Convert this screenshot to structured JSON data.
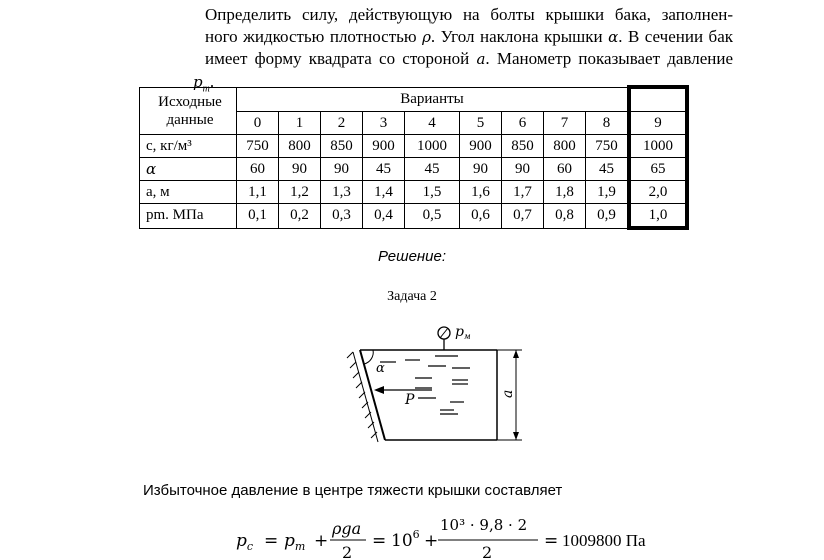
{
  "problem": {
    "line1": "Определить силу, действующую на болты крышки бака, заполнен-",
    "line2a": "ного жидкостью плотностью ",
    "rho": "ρ",
    "line2b": ". Угол наклона крышки ",
    "alpha": "α",
    "line2c": ". В сечении бак",
    "line3a": "имеет форму квадрата со стороной ",
    "a": "a",
    "line3b": ". Манометр показывает давление ",
    "pm": "p",
    "pm_sub": "m",
    "line3c": "."
  },
  "table": {
    "header_left": "Исходные данные",
    "header_variants": "Варианты",
    "variants": [
      "0",
      "1",
      "2",
      "3",
      "4",
      "5",
      "6",
      "7",
      "8",
      "9"
    ],
    "rows": [
      {
        "label": "с, кг/м³",
        "values": [
          "750",
          "800",
          "850",
          "900",
          "1000",
          "900",
          "850",
          "800",
          "750",
          "1000"
        ]
      },
      {
        "label": "α",
        "values": [
          "60",
          "90",
          "90",
          "45",
          "45",
          "90",
          "90",
          "60",
          "45",
          "65"
        ]
      },
      {
        "label": "a, м",
        "values": [
          "1,1",
          "1,2",
          "1,3",
          "1,4",
          "1,5",
          "1,6",
          "1,7",
          "1,8",
          "1,9",
          "2,0"
        ]
      },
      {
        "label": "pm. МПа",
        "values": [
          "0,1",
          "0,2",
          "0,3",
          "0,4",
          "0,5",
          "0,6",
          "0,7",
          "0,8",
          "0,9",
          "1,0"
        ]
      }
    ]
  },
  "solution_label": "Решение:",
  "task_label": "Задача 2",
  "diagram": {
    "label_pm": "p",
    "label_pm_sub": "м",
    "label_alpha": "α",
    "label_P": "P",
    "label_a": "a"
  },
  "excess_text": "Избыточное давление в центре тяжести крышки составляет",
  "formula": {
    "lhs": "p",
    "lhs_sub": "c",
    "eq": "=",
    "pm": "p",
    "pm_sub": "m",
    "plus": "+",
    "frac1_num": "ρga",
    "frac1_den": "2",
    "eq2": "=",
    "pow": "10",
    "pow_exp": "6",
    "plus2": "+",
    "frac2_num": "10³ · 9,8 · 2",
    "frac2_den": "2",
    "eq3": "=",
    "result": "1009800 Па"
  }
}
